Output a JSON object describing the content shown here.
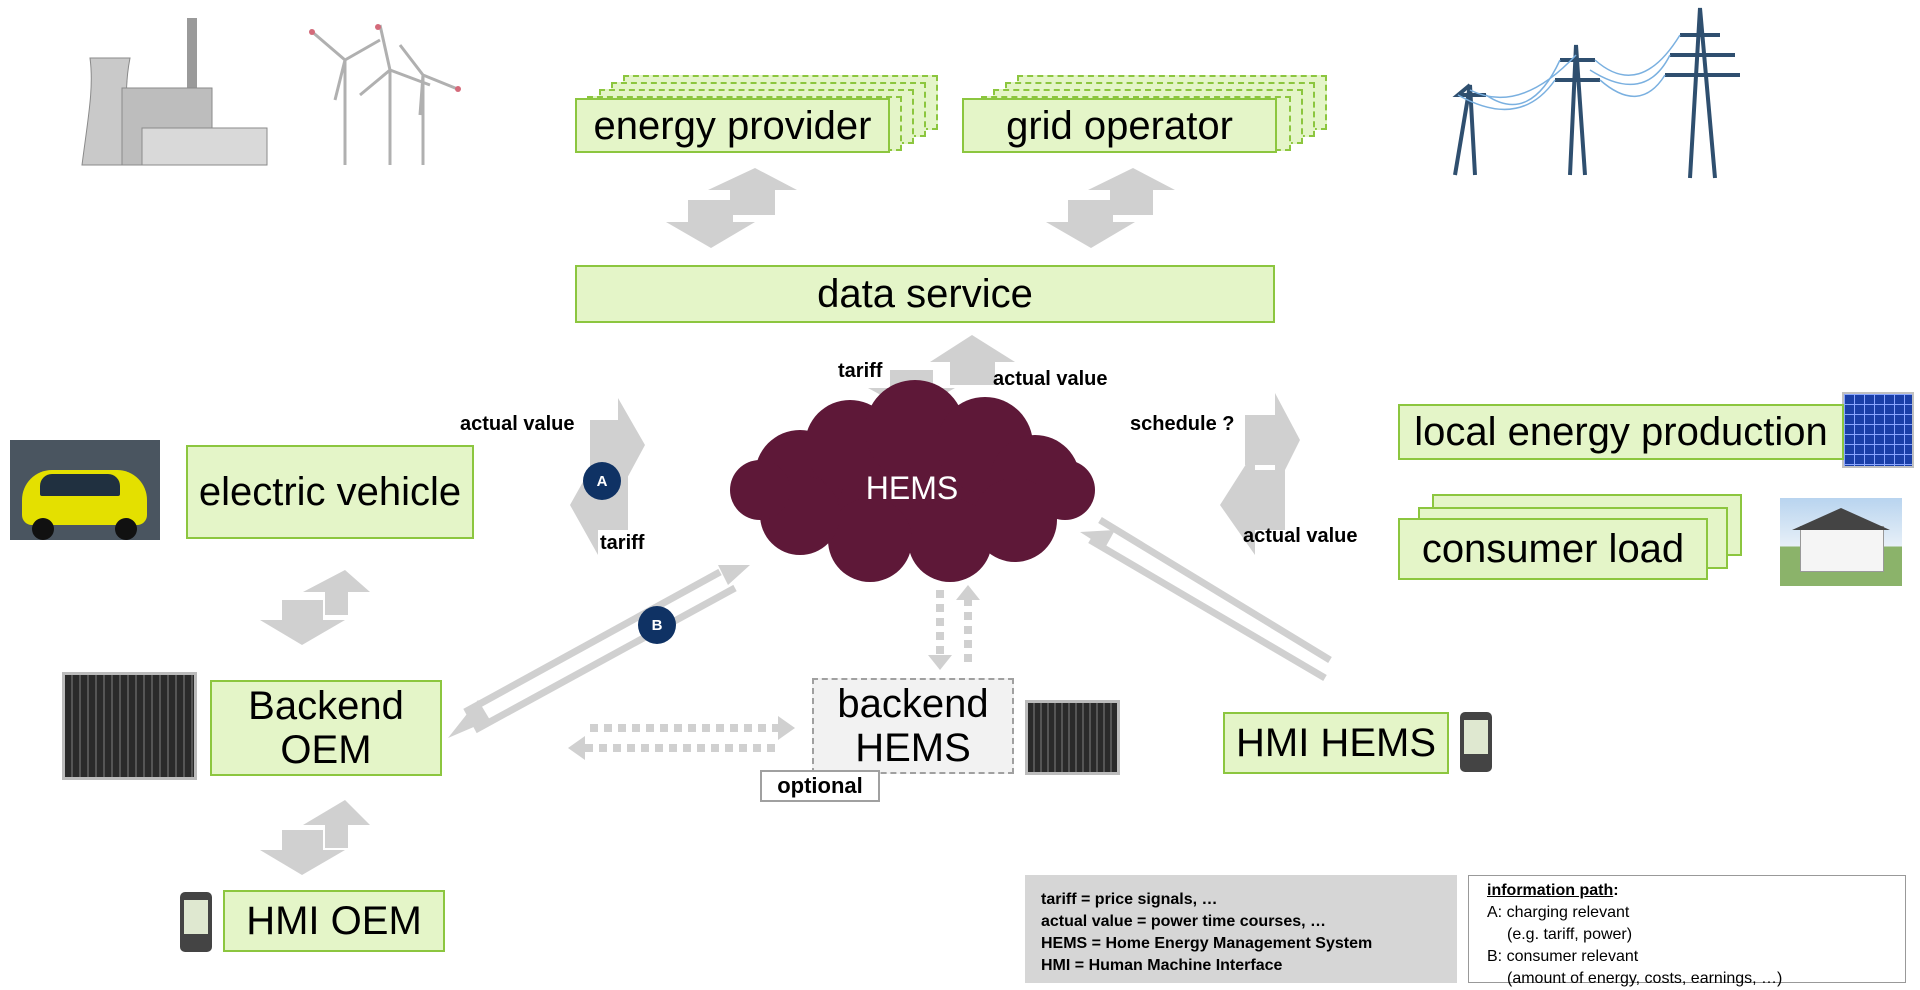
{
  "nodes": {
    "energy_provider": "energy provider",
    "grid_operator": "grid operator",
    "data_service": "data service",
    "hems": "HEMS",
    "electric_vehicle": "electric vehicle",
    "backend_oem": "Backend\nOEM",
    "backend_hems": "backend\nHEMS",
    "optional": "optional",
    "hmi_hems": "HMI HEMS",
    "hmi_oem": "HMI OEM",
    "local_energy_production": "local energy production",
    "consumer_load": "consumer load"
  },
  "labels": {
    "tariff_top": "tariff",
    "actual_value_top": "actual value",
    "actual_value_ev": "actual value",
    "tariff_ev": "tariff",
    "schedule": "schedule ?",
    "actual_value_right": "actual value"
  },
  "badges": {
    "a": "A",
    "b": "B"
  },
  "legend_left": [
    "tariff = price signals, …",
    "actual value = power time courses, …",
    "HEMS = Home Energy Management System",
    "HMI = Human Machine Interface"
  ],
  "legend_right": {
    "title": "information path",
    "lines": [
      "A: charging relevant",
      "(e.g. tariff, power)",
      "B:  consumer relevant",
      "(amount of energy, costs, earnings, …)"
    ]
  },
  "icons": [
    "power-plant-icon",
    "wind-turbine-icon",
    "power-line-icon",
    "electric-car-icon",
    "solar-panel-icon",
    "house-icon",
    "server-icon",
    "smartphone-icon"
  ],
  "colors": {
    "box_fill": "#e4f5c8",
    "box_border": "#8cc63f",
    "hems_cloud": "#5e1838",
    "badge": "#0f3264",
    "arrow": "#d0d0d0"
  }
}
